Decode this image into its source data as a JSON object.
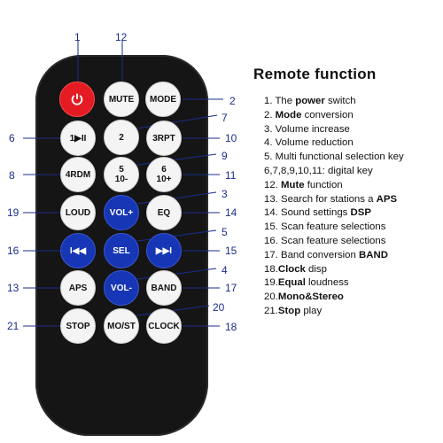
{
  "title": "Remote function",
  "buttons": [
    {
      "id": "power",
      "label": "",
      "style": "red",
      "icon": "power-icon",
      "num": "1"
    },
    {
      "id": "mute",
      "label": "MUTE",
      "style": "white",
      "num": "12"
    },
    {
      "id": "mode",
      "label": "MODE",
      "style": "white",
      "num": "2"
    },
    {
      "id": "play",
      "label": "1▶II",
      "style": "white",
      "num": "6"
    },
    {
      "id": "k2",
      "label": "2",
      "style": "white",
      "num": "7"
    },
    {
      "id": "rpt",
      "label": "3RPT",
      "style": "white",
      "num": "10"
    },
    {
      "id": "rdm",
      "label": "4RDM",
      "style": "white",
      "num": "8"
    },
    {
      "id": "k5",
      "label": "5\n10-",
      "style": "white",
      "num": "9"
    },
    {
      "id": "k6",
      "label": "6\n10+",
      "style": "white",
      "num": "11"
    },
    {
      "id": "loud",
      "label": "LOUD",
      "style": "white",
      "num": "19"
    },
    {
      "id": "volup",
      "label": "VOL+",
      "style": "blue",
      "num": "3"
    },
    {
      "id": "eq",
      "label": "EQ",
      "style": "white",
      "num": "14"
    },
    {
      "id": "prev",
      "label": "I◀◀",
      "style": "blue",
      "num": "16"
    },
    {
      "id": "sel",
      "label": "SEL",
      "style": "blue",
      "num": "5"
    },
    {
      "id": "next",
      "label": "▶▶I",
      "style": "blue",
      "num": "15"
    },
    {
      "id": "aps",
      "label": "APS",
      "style": "white",
      "num": "13"
    },
    {
      "id": "voldn",
      "label": "VOL-",
      "style": "blue",
      "num": "4"
    },
    {
      "id": "band",
      "label": "BAND",
      "style": "white",
      "num": "17"
    },
    {
      "id": "stop",
      "label": "STOP",
      "style": "white",
      "num": "21"
    },
    {
      "id": "most",
      "label": "MO/ST",
      "style": "white",
      "num": "20"
    },
    {
      "id": "clock",
      "label": "CLOCK",
      "style": "white",
      "num": "18"
    }
  ],
  "functions": [
    {
      "pre": "1. The ",
      "bold": "power",
      "post": " switch"
    },
    {
      "pre": "2. ",
      "bold": "Mode",
      "post": " conversion"
    },
    {
      "pre": "3. Volume increase",
      "bold": "",
      "post": ""
    },
    {
      "pre": "4. Volume reduction",
      "bold": "",
      "post": ""
    },
    {
      "pre": "5. Multi functional selection key",
      "bold": "",
      "post": ""
    },
    {
      "pre": "6,7,8,9,10,11: digital key",
      "bold": "",
      "post": ""
    },
    {
      "pre": "12. ",
      "bold": "Mute",
      "post": " function"
    },
    {
      "pre": "13.  Search for stations a  ",
      "bold": "APS",
      "post": ""
    },
    {
      "pre": "14. Sound settings ",
      "bold": "DSP",
      "post": ""
    },
    {
      "pre": "15. Scan feature selections",
      "bold": "",
      "post": ""
    },
    {
      "pre": "16. Scan feature selections",
      "bold": "",
      "post": ""
    },
    {
      "pre": "17. Band conversion ",
      "bold": "BAND",
      "post": ""
    },
    {
      "pre": "18.",
      "bold": "Clock",
      "post": " disp"
    },
    {
      "pre": "19.",
      "bold": "Equal",
      "post": " loudness"
    },
    {
      "pre": "20.",
      "bold": "Mono&Stereo",
      "post": ""
    },
    {
      "pre": "21.",
      "bold": "Stop",
      "post": " play"
    }
  ],
  "colors": {
    "remote": "#151515",
    "red": "#e41b23",
    "blue": "#1736b5",
    "callout": "#1a2d8c"
  }
}
